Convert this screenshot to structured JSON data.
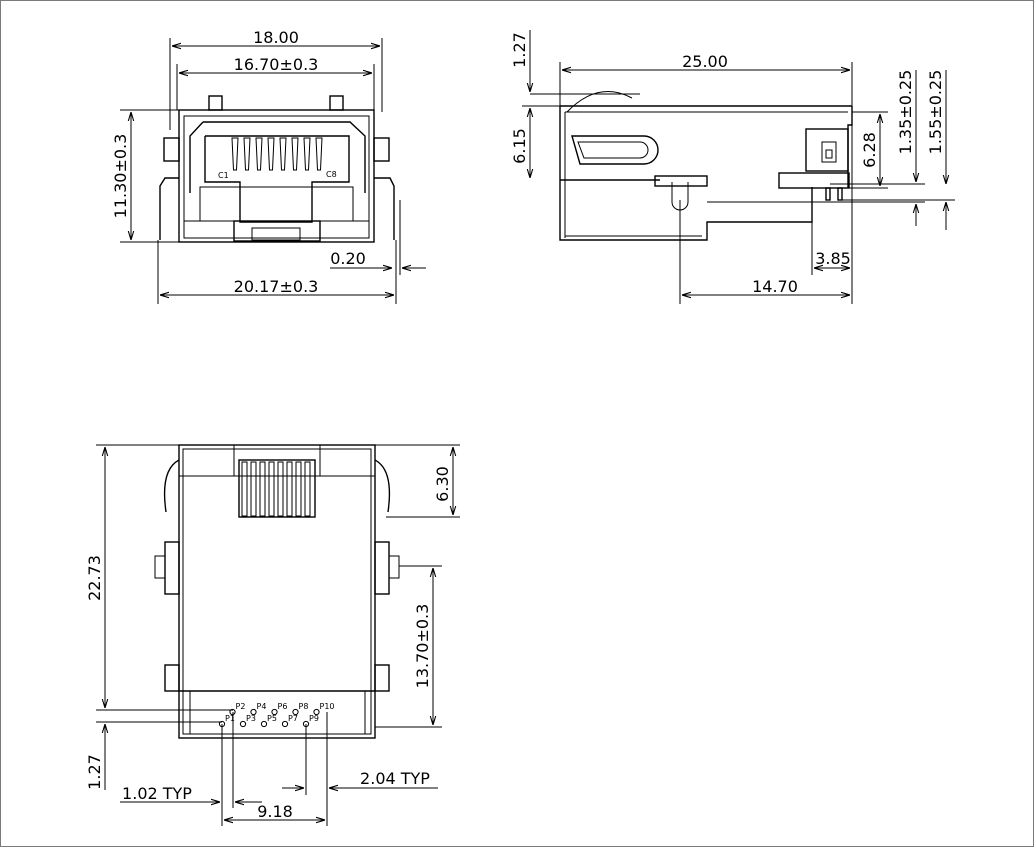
{
  "dims": {
    "front_w_outer": "18.00",
    "front_w_inner": "16.70±0.3",
    "front_h": "11.30±0.3",
    "front_gap": "0.20",
    "front_w_total": "20.17±0.3",
    "side_h_top": "1.27",
    "side_len": "25.00",
    "side_h": "6.15",
    "side_h_front": "6.28",
    "side_pin1": "1.35±0.25",
    "side_pin2": "1.55±0.25",
    "side_off": "3.85",
    "side_pinpos": "14.70",
    "bot_len": "22.73",
    "bot_front": "6.30",
    "bot_peg": "13.70±0.3",
    "bot_row": "1.27",
    "bot_pitch": "1.02 TYP",
    "bot_pitch2": "2.04 TYP",
    "bot_span": "9.18"
  },
  "labels": {
    "c1": "C1",
    "c8": "C8",
    "pins": [
      "P1",
      "P2",
      "P3",
      "P4",
      "P5",
      "P6",
      "P7",
      "P8",
      "P9",
      "P10"
    ]
  }
}
